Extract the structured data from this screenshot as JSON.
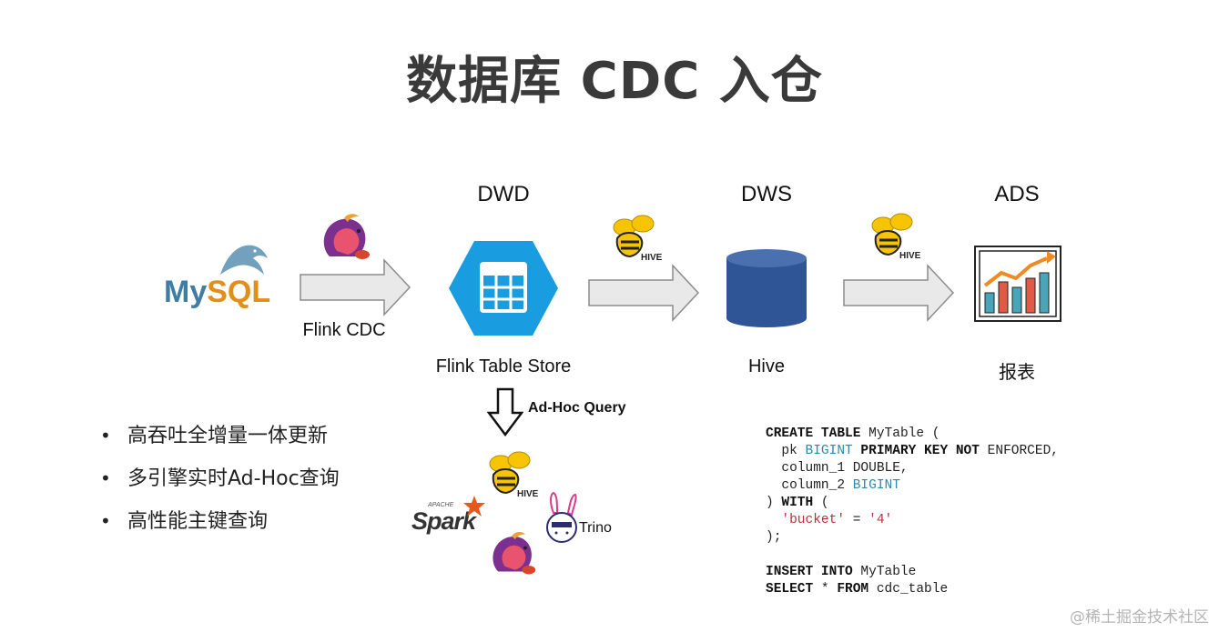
{
  "title": "数据库 CDC 入仓",
  "stages": {
    "dwd": "DWD",
    "dws": "DWS",
    "ads": "ADS"
  },
  "source": {
    "logo_part1": "My",
    "logo_part2": "SQL",
    "icon": "mysql-dolphin-icon"
  },
  "captions": {
    "flink_cdc": "Flink CDC",
    "table_store": "Flink Table Store",
    "hive": "Hive",
    "report": "报表"
  },
  "query": {
    "label": "Ad-Hoc Query",
    "engines": {
      "spark": "Spark",
      "spark_vendor": "APACHE",
      "trino": "Trino",
      "hive_logo": "HIVE"
    }
  },
  "hive_logo_text": "HIVE",
  "features": [
    "高吞吐全增量一体更新",
    "多引擎实时Ad-Hoc查询",
    "高性能主键查询"
  ],
  "sql": {
    "create": "CREATE",
    "table": "TABLE",
    "table_name": " MyTable (",
    "pk_col": "  pk ",
    "bigint": "BIGINT",
    "primary_key": " PRIMARY KEY NOT",
    "enforced": " ENFORCED,",
    "col1": "  column_1 DOUBLE,",
    "col2_name": "  column_2 ",
    "close_with": ") ",
    "with": "WITH",
    "open_paren": " (",
    "opt_indent": "  ",
    "bucket_key": "'bucket'",
    "equals": " = ",
    "bucket_val": "'4'",
    "close_stmt": ");",
    "insert": "INSERT INTO",
    "insert_target": " MyTable",
    "select": "SELECT",
    "star": " * ",
    "from": "FROM",
    "source_table": " cdc_table"
  },
  "watermark": "@稀土掘金技术社区",
  "colors": {
    "arrow_fill": "#e9e9e9",
    "arrow_stroke": "#8c8c8c",
    "table_store_blue": "#1a9de0",
    "hive_cylinder": "#2f5597",
    "flink_purple": "#7b2f8e",
    "flink_pink": "#e8536e",
    "hive_yellow": "#f6c400",
    "chart_red": "#e05a47",
    "chart_teal": "#4aa5b8",
    "chart_orange": "#f08a24"
  }
}
